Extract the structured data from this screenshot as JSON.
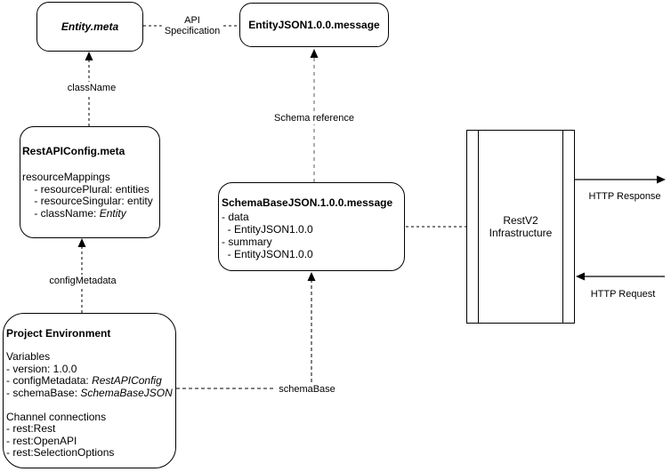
{
  "nodes": {
    "entity_meta": {
      "title": "Entity.meta"
    },
    "entity_json": {
      "title": "EntityJSON1.0.0.message"
    },
    "rest_api_config": {
      "title": "RestAPIConfig.meta",
      "lines": [
        {
          "text": "resourceMappings",
          "italic": ""
        },
        {
          "text": "    - resourcePlural: entities",
          "italic": ""
        },
        {
          "text": "    - resourceSingular: entity",
          "italic": ""
        },
        {
          "text": "    - className: ",
          "italic": "Entity"
        }
      ]
    },
    "schema_base_json": {
      "title": "SchemaBaseJSON.1.0.0.message",
      "lines": [
        {
          "text": "- data",
          "italic": ""
        },
        {
          "text": "  - EntityJSON1.0.0",
          "italic": ""
        },
        {
          "text": "- summary",
          "italic": ""
        },
        {
          "text": "  - EntityJSON1.0.0",
          "italic": ""
        }
      ]
    },
    "rest_v2_infrastructure": {
      "line1": "RestV2",
      "line2": "Infrastructure"
    },
    "project_environment": {
      "title": "Project Environment",
      "variables_header": "Variables",
      "variables": [
        {
          "text": "- version: 1.0.0",
          "italic": ""
        },
        {
          "text": "- configMetadata: ",
          "italic": "RestAPIConfig"
        },
        {
          "text": "- schemaBase: ",
          "italic": "SchemaBaseJSON"
        }
      ],
      "channels_header": "Channel connections",
      "channels": [
        {
          "text": "- rest:Rest",
          "italic": ""
        },
        {
          "text": "- rest:OpenAPI",
          "italic": ""
        },
        {
          "text": "- rest:SelectionOptions",
          "italic": ""
        }
      ]
    }
  },
  "edge_labels": {
    "api_specification_line1": "API",
    "api_specification_line2": "Specification",
    "class_name": "className",
    "schema_reference": "Schema reference",
    "config_metadata": "configMetadata",
    "schema_base": "schemaBase",
    "http_response": "HTTP Response",
    "http_request": "HTTP Request"
  },
  "colors": {
    "line": "#000000",
    "muted_line": "#8c8c8c",
    "background": "#ffffff",
    "text": "#000000"
  }
}
